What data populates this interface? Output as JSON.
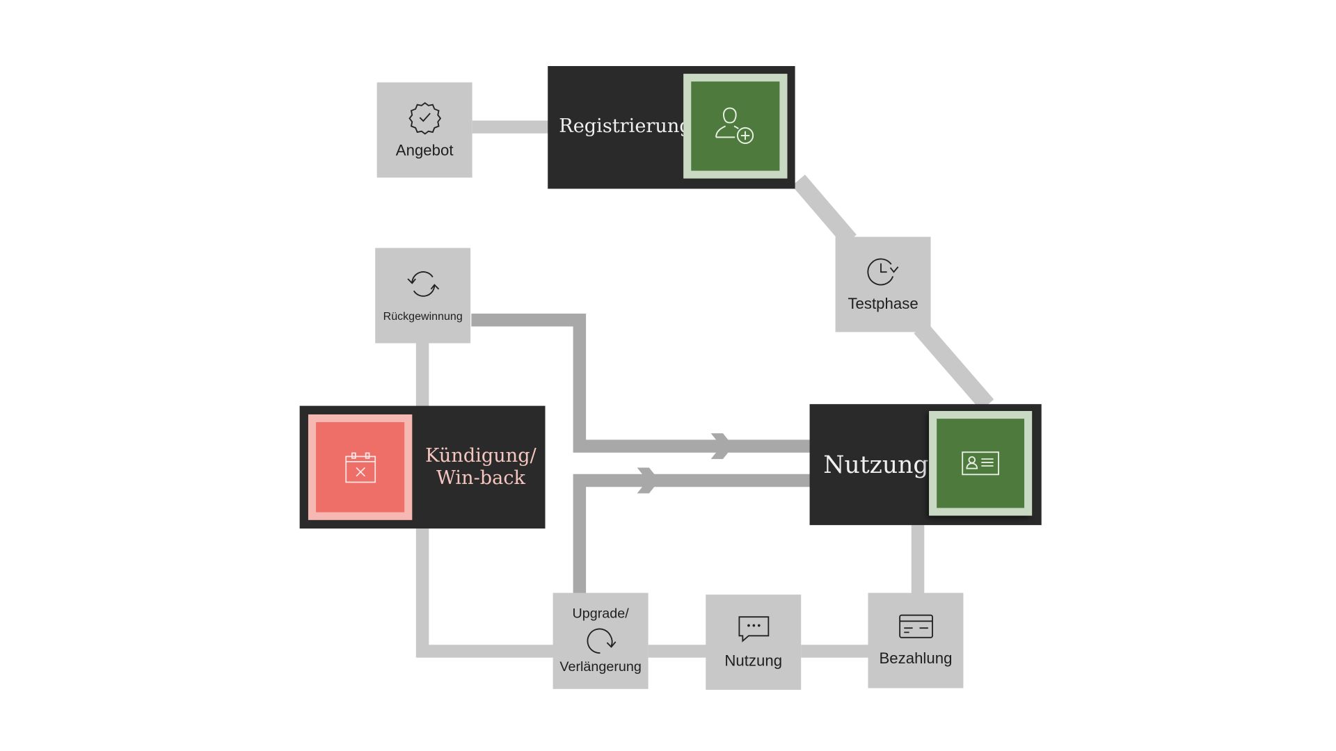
{
  "colors": {
    "node": "#c8c8c8",
    "dark": "#2a2a2a",
    "green": "#4e7a3e",
    "green_border": "#c9d9c3",
    "red": "#ee6e68",
    "red_border": "#f6b8b2",
    "link": "#c8c8c8",
    "flow": "#a8a8a8"
  },
  "nodes": {
    "angebot": {
      "label": "Angebot",
      "icon": "badge-check-icon"
    },
    "registrierung": {
      "label": "Registrierung",
      "icon": "user-add-icon"
    },
    "testphase": {
      "label": "Testphase",
      "icon": "clock-arrow-icon"
    },
    "nutzung_main": {
      "label": "Nutzung",
      "icon": "id-card-icon"
    },
    "rueckgewinnung": {
      "label": "Rückgewinnung",
      "icon": "refresh-icon"
    },
    "kuendigung": {
      "label_1": "Kündigung/",
      "label_2": "Win-back",
      "icon": "calendar-cancel-icon"
    },
    "upgrade": {
      "label_1": "Upgrade/",
      "label_2": "Verlängerung",
      "icon": "redo-icon"
    },
    "nutzung_small": {
      "label": "Nutzung",
      "icon": "chat-bubble-icon"
    },
    "bezahlung": {
      "label": "Bezahlung",
      "icon": "credit-card-icon"
    }
  }
}
